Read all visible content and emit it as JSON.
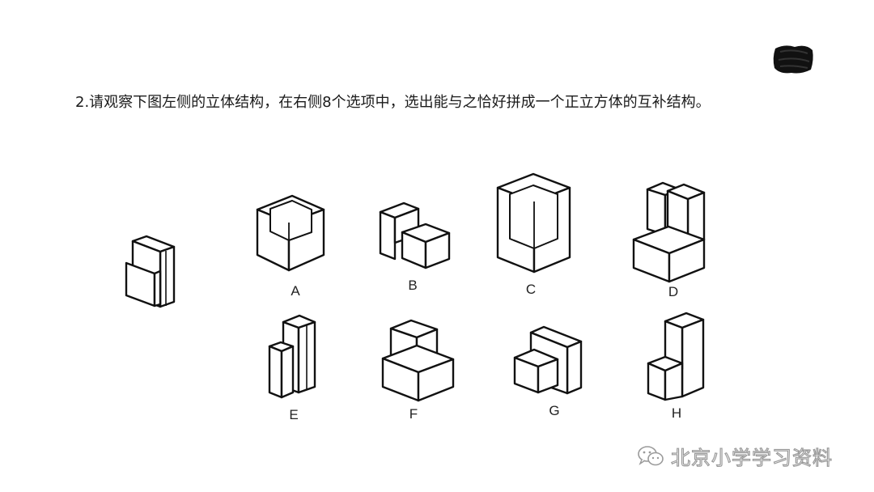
{
  "question": "2.请观察下图左侧的立体结构，在右侧8个选项中，选出能与之恰好拼成一个正立方体的互补结构。",
  "options": [
    "A",
    "B",
    "C",
    "D",
    "E",
    "F",
    "G",
    "H"
  ],
  "watermark": "北京小学学习资料",
  "icons": {
    "watermark_logo": "wechat-icon",
    "top_right_mark": "scribble-mark"
  },
  "colors": {
    "line": "#111111",
    "face": "#ffffff",
    "watermark": "#9a9a9a"
  }
}
